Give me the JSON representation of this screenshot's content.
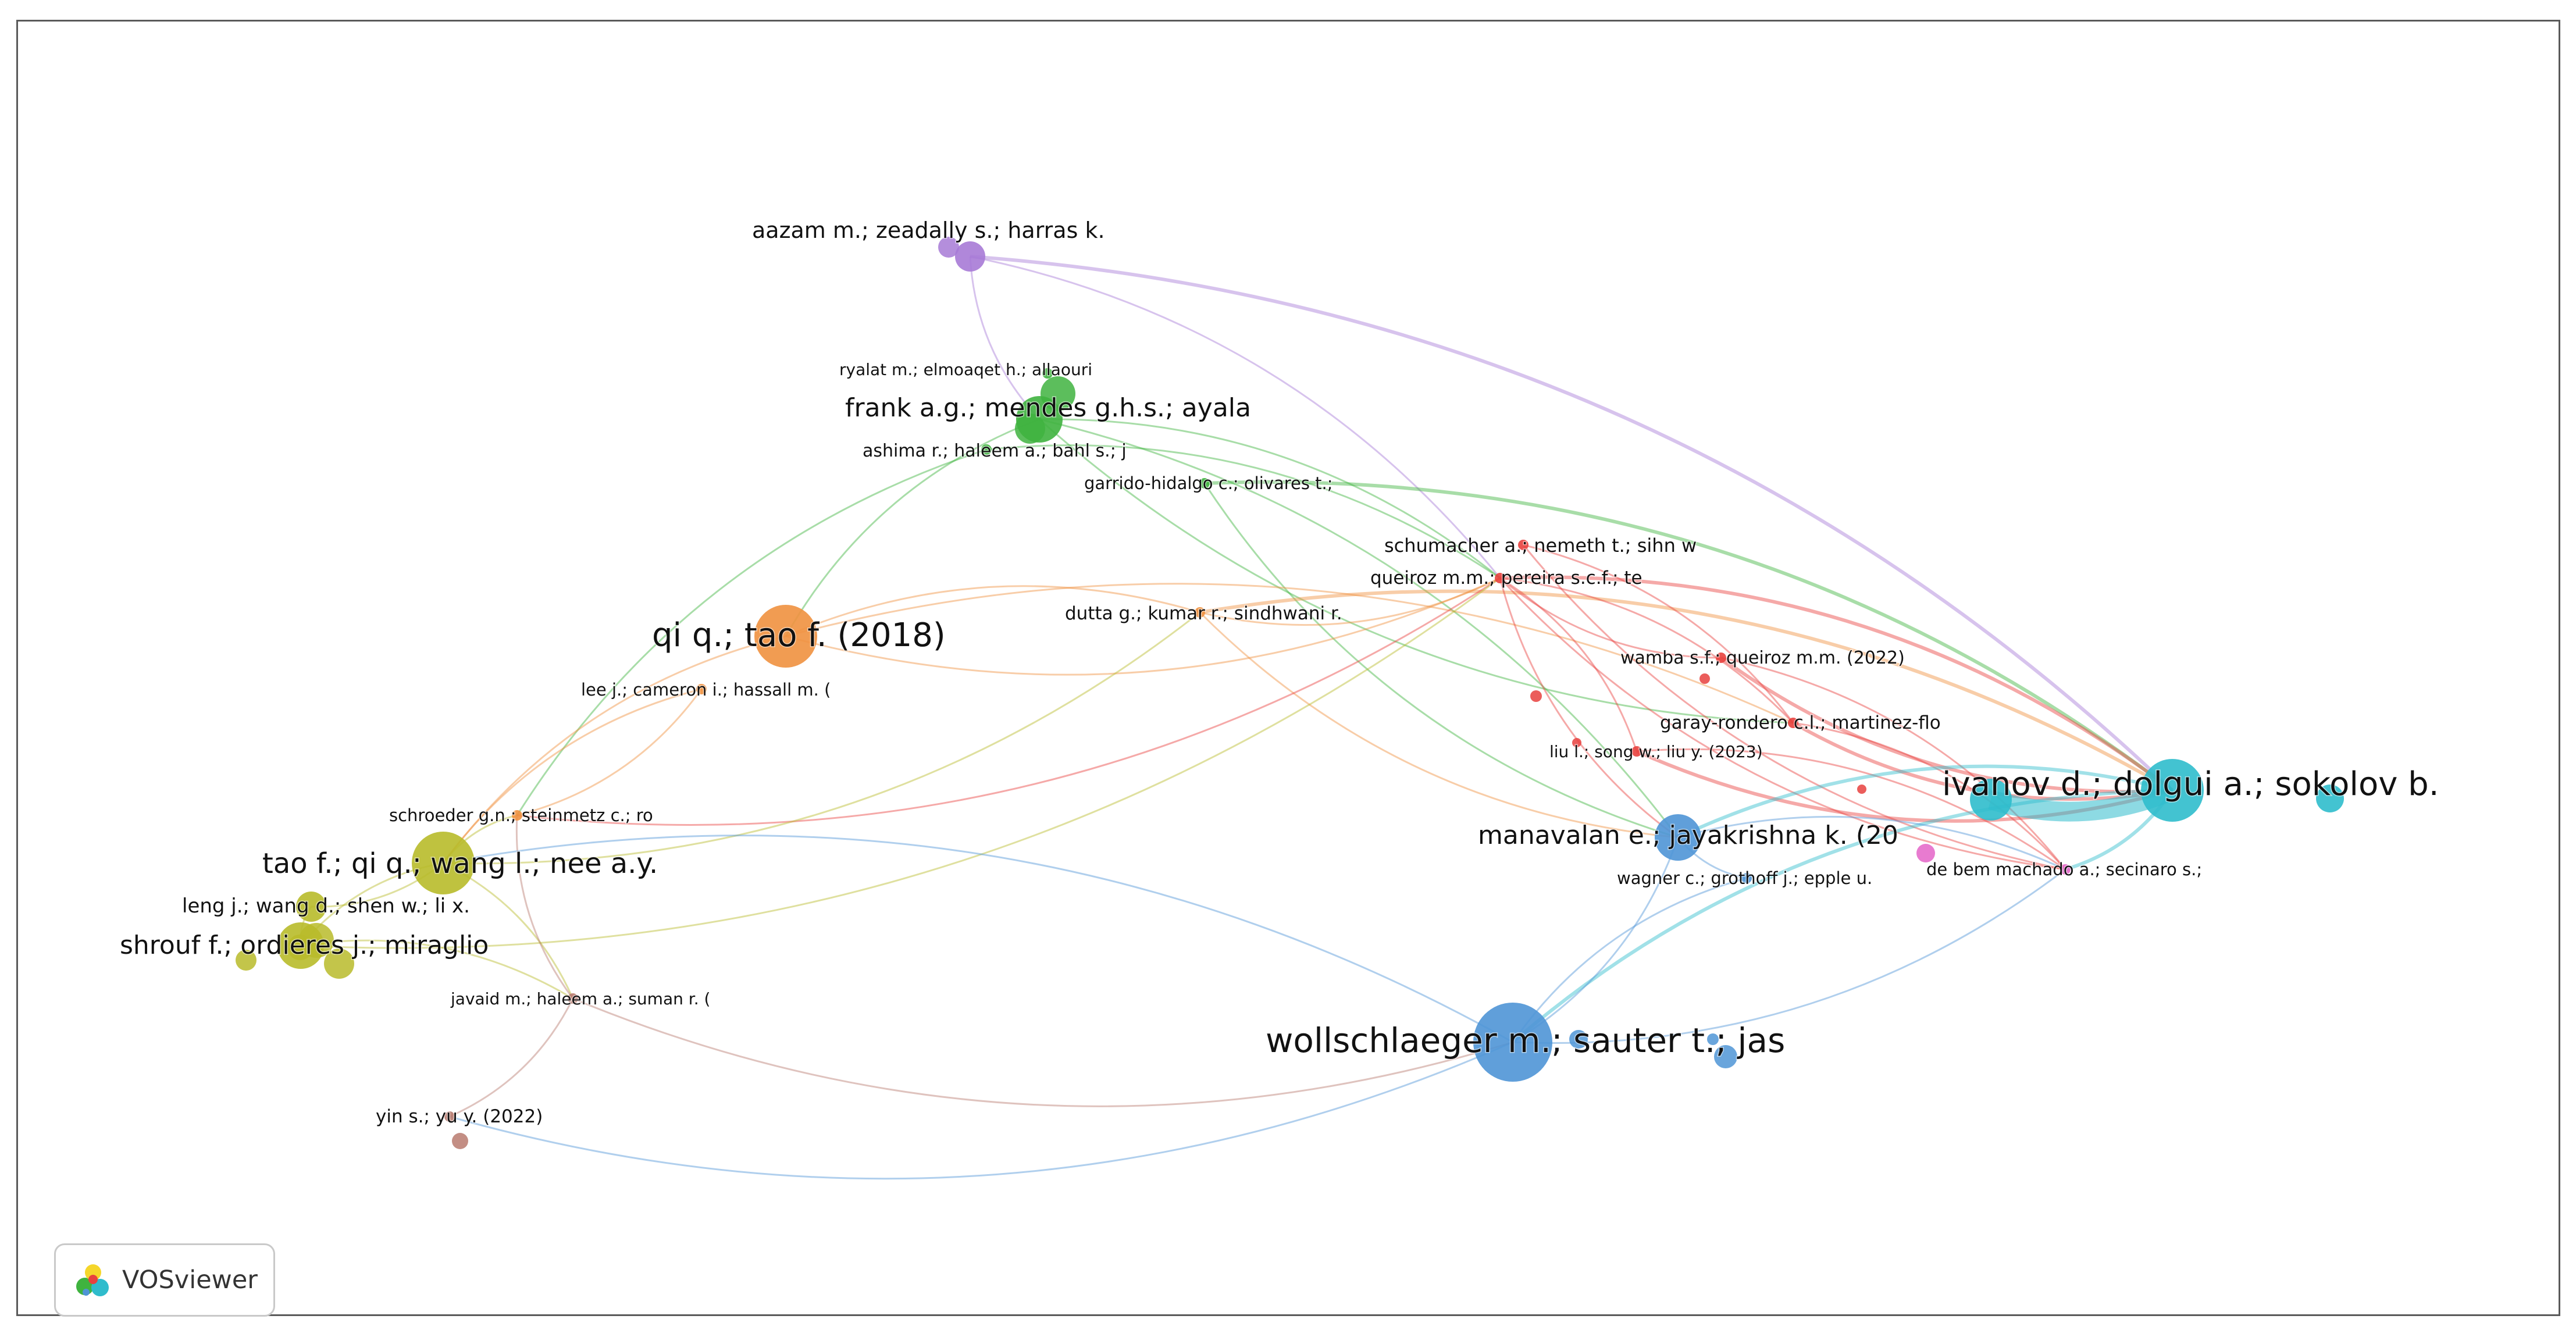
{
  "colors": {
    "red": "#e8413e",
    "green": "#3fb33f",
    "blue": "#4f95d6",
    "yellow": "#b8bb2a",
    "purple": "#a77ad6",
    "cyan": "#2fbccc",
    "orange": "#f0913f",
    "pink": "#e464c8",
    "brown": "#b87a6e"
  },
  "nodes": [
    {
      "id": "aazam",
      "label": "aazam m.; zeadally s.; harras k.",
      "group": "purple",
      "size": "small"
    },
    {
      "id": "ryalat",
      "label": "ryalat m.; elmoaqet h.; allaouri",
      "group": "green",
      "size": "tiny"
    },
    {
      "id": "frank",
      "label": "frank a.g.; mendes g.h.s.; ayala",
      "group": "green",
      "size": "medium"
    },
    {
      "id": "ashima",
      "label": "ashima r.; haleem a.; bahl s.; j",
      "group": "green",
      "size": "tiny"
    },
    {
      "id": "garrido",
      "label": "garrido-hidalgo c.; olivares t.;",
      "group": "green",
      "size": "tiny"
    },
    {
      "id": "qi",
      "label": "qi q.; tao f. (2018)",
      "group": "orange",
      "size": "large"
    },
    {
      "id": "lee",
      "label": "lee j.; cameron i.; hassall m. (",
      "group": "orange",
      "size": "tiny"
    },
    {
      "id": "dutta",
      "label": "dutta g.; kumar r.; sindhwani r.",
      "group": "orange",
      "size": "tiny"
    },
    {
      "id": "schumacher",
      "label": "schumacher a.; nemeth t.; sihn w",
      "group": "red",
      "size": "tiny"
    },
    {
      "id": "queiroz",
      "label": "queiroz m.m.; pereira s.c.f.; te",
      "group": "red",
      "size": "tiny"
    },
    {
      "id": "wamba",
      "label": "wamba s.f.; queiroz m.m. (2022)",
      "group": "red",
      "size": "tiny"
    },
    {
      "id": "garay",
      "label": "garay-rondero c.l.; martinez-flo",
      "group": "red",
      "size": "tiny"
    },
    {
      "id": "liu",
      "label": "liu l.; song w.; liu y. (2023)",
      "group": "red",
      "size": "tiny"
    },
    {
      "id": "ivanov",
      "label": "ivanov d.; dolgui a.; sokolov b.",
      "group": "cyan",
      "size": "large"
    },
    {
      "id": "manavalan",
      "label": "manavalan e.; jayakrishna k. (20",
      "group": "blue",
      "size": "medium"
    },
    {
      "id": "debem",
      "label": "de bem machado a.; secinaro s.;",
      "group": "pink",
      "size": "tiny"
    },
    {
      "id": "wagner",
      "label": "wagner c.; grothoff j.; epple u.",
      "group": "blue",
      "size": "tiny"
    },
    {
      "id": "schroeder",
      "label": "schroeder g.n.; steinmetz c.; ro",
      "group": "orange",
      "size": "tiny"
    },
    {
      "id": "tao",
      "label": "tao f.; qi q.; wang l.; nee a.y.",
      "group": "yellow",
      "size": "large"
    },
    {
      "id": "leng",
      "label": "leng j.; wang d.; shen w.; li x.",
      "group": "yellow",
      "size": "small"
    },
    {
      "id": "shrouf",
      "label": "shrouf f.; ordieres j.; miraglio",
      "group": "yellow",
      "size": "medium"
    },
    {
      "id": "javaid",
      "label": "javaid m.; haleem a.; suman r. (",
      "group": "brown",
      "size": "tiny"
    },
    {
      "id": "wollschlaeger",
      "label": "wollschlaeger m.; sauter t.; jas",
      "group": "blue",
      "size": "largest"
    },
    {
      "id": "yin",
      "label": "yin s.; yu y. (2022)",
      "group": "brown",
      "size": "tiny"
    }
  ],
  "edges": [
    [
      "aazam",
      "ivanov"
    ],
    [
      "aazam",
      "frank"
    ],
    [
      "aazam",
      "queiroz"
    ],
    [
      "frank",
      "qi"
    ],
    [
      "frank",
      "queiroz"
    ],
    [
      "frank",
      "garay"
    ],
    [
      "frank",
      "manavalan"
    ],
    [
      "ashima",
      "schroeder"
    ],
    [
      "ashima",
      "queiroz"
    ],
    [
      "garrido",
      "manavalan"
    ],
    [
      "garrido",
      "ivanov"
    ],
    [
      "qi",
      "queiroz"
    ],
    [
      "qi",
      "garay"
    ],
    [
      "qi",
      "tao"
    ],
    [
      "qi",
      "dutta"
    ],
    [
      "lee",
      "tao"
    ],
    [
      "lee",
      "schroeder"
    ],
    [
      "dutta",
      "queiroz"
    ],
    [
      "dutta",
      "ivanov"
    ],
    [
      "dutta",
      "manavalan"
    ],
    [
      "schumacher",
      "garay"
    ],
    [
      "schumacher",
      "debem"
    ],
    [
      "queiroz",
      "ivanov"
    ],
    [
      "queiroz",
      "manavalan"
    ],
    [
      "queiroz",
      "garay"
    ],
    [
      "queiroz",
      "wamba"
    ],
    [
      "queiroz",
      "liu"
    ],
    [
      "queiroz",
      "debem"
    ],
    [
      "queiroz",
      "schroeder"
    ],
    [
      "wamba",
      "ivanov"
    ],
    [
      "wamba",
      "debem"
    ],
    [
      "garay",
      "ivanov"
    ],
    [
      "garay",
      "debem"
    ],
    [
      "liu",
      "ivanov"
    ],
    [
      "liu",
      "debem"
    ],
    [
      "ivanov",
      "manavalan"
    ],
    [
      "ivanov",
      "debem"
    ],
    [
      "ivanov",
      "wollschlaeger"
    ],
    [
      "manavalan",
      "wollschlaeger"
    ],
    [
      "manavalan",
      "wagner"
    ],
    [
      "manavalan",
      "debem"
    ],
    [
      "wagner",
      "wollschlaeger"
    ],
    [
      "tao",
      "leng"
    ],
    [
      "tao",
      "shrouf"
    ],
    [
      "tao",
      "schroeder"
    ],
    [
      "tao",
      "dutta"
    ],
    [
      "tao",
      "javaid"
    ],
    [
      "leng",
      "shrouf"
    ],
    [
      "shrouf",
      "javaid"
    ],
    [
      "shrouf",
      "queiroz"
    ],
    [
      "javaid",
      "yin"
    ],
    [
      "javaid",
      "wollschlaeger"
    ],
    [
      "javaid",
      "schroeder"
    ],
    [
      "wollschlaeger",
      "debem"
    ],
    [
      "wollschlaeger",
      "yin"
    ],
    [
      "wollschlaeger",
      "tao"
    ],
    [
      "ivanov",
      "ivanov2"
    ]
  ],
  "badge": {
    "text": "VOSviewer",
    "icon": "vosviewer-logo-icon"
  }
}
